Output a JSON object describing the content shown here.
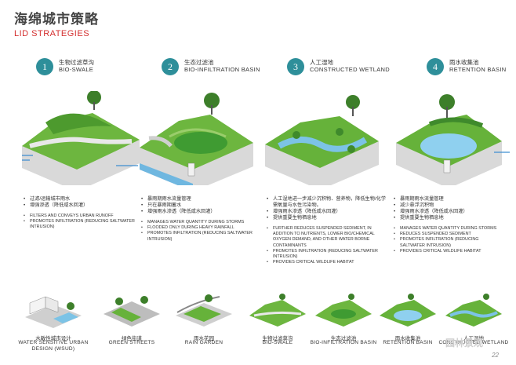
{
  "header": {
    "title_cn": "海绵城市策略",
    "title_en": "LID STRATEGIES"
  },
  "colors": {
    "accent": "#2e8f9a",
    "title_red": "#d42f2f",
    "grass": "#5fae3a",
    "water": "#7cc3e6"
  },
  "strategies": [
    {
      "num": "1",
      "cn": "生物过滤草沟",
      "en": "BIO-SWALE",
      "bullets_cn": [
        "过滤/运输城市雨水",
        "增强渗透（降低咸水回灌）"
      ],
      "bullets_en": [
        "FILTERS AND CONVEYS URBAN RUNOFF",
        "PROMOTES INFILTRATION (REDUCING SALTWATER INTRUSION)"
      ]
    },
    {
      "num": "2",
      "cn": "生态过滤池",
      "en": "BIO-INFILTRATION BASIN",
      "bullets_cn": [
        "暴雨期雨水流量管理",
        "只在暴雨期蓄水",
        "增强雨水渗透（降低咸水回灌）"
      ],
      "bullets_en": [
        "MANAGES WATER QUANTITY DURING STORMS",
        "FLOODED ONLY DURING HEAVY RAINFALL",
        "PROMOTES INFILTRATION (REDUCING SALTWATER INTRUSION)"
      ]
    },
    {
      "num": "3",
      "cn": "人工湿地",
      "en": "CONSTRUCTED WETLAND",
      "bullets_cn": [
        "人工湿地进一步减少沉积物、营养物，降低生物/化学需氧量与水性污染物。",
        "增强雨水渗透（降低咸水回灌）",
        "提供重要生物栖息地"
      ],
      "bullets_en": [
        "FURTHER REDUCES SUSPENDED SEDIMENT, IN ADDITION TO NUTRIENTS, LOWER BIO/CHEMICAL OXYGEN DEMAND, AND OTHER WATER BORNE CONTAMINANTS",
        "PROMOTES INFILTRATION (REDUCING SALTWATER INTRUSION)",
        "PROVIDES CRITICAL WILDLIFE HABITAT"
      ]
    },
    {
      "num": "4",
      "cn": "雨水收集池",
      "en": "RETENTION BASIN",
      "bullets_cn": [
        "暴雨期雨水流量管理",
        "减少悬浮沉积物",
        "增强雨水渗透（降低咸水回灌）",
        "提供重要生物栖息地"
      ],
      "bullets_en": [
        "MANAGES WATER QUANTITY DURING STORMS",
        "REDUCES SUSPENDED SEDIMENT",
        "PROMOTES INFILTRATION (REDUCING SALTWATER INTRUSION)",
        "PROVIDES CRITICAL WILDLIFE HABITAT"
      ]
    }
  ],
  "thumbs": [
    {
      "cn": "水敏性城市设计",
      "en": "WATER SENSITIVE URBAN DESIGN (WSUD)"
    },
    {
      "cn": "绿色街道",
      "en": "GREEN STREETS"
    },
    {
      "cn": "雨水花园",
      "en": "RAIN GARDEN"
    },
    {
      "cn": "生物过滤草沟",
      "en": "BIO-SWALE"
    },
    {
      "cn": "生态过滤池",
      "en": "BIO-INFILTRATION BASIN"
    },
    {
      "cn": "雨水收集池",
      "en": "RETENTION BASIN"
    },
    {
      "cn": "人工湿地",
      "en": "CONSTRUCTED WETLAND"
    }
  ],
  "footer": {
    "page": "22",
    "watermark": "园林景观"
  }
}
